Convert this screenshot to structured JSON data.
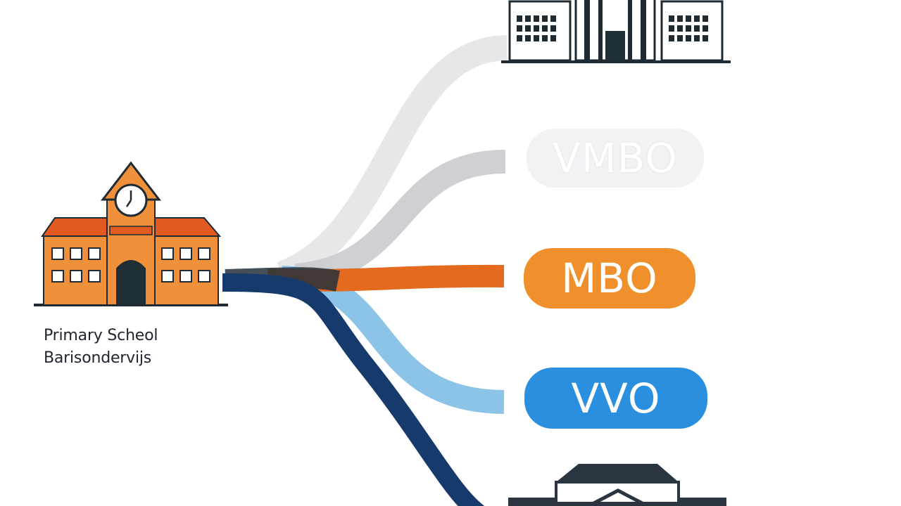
{
  "primary_school": {
    "label_line1": "Primary Scheol",
    "label_line2": "Barisondervijs"
  },
  "destinations": [
    {
      "label": "VMBO",
      "color": "#f1f2f4",
      "path_color": "#c9cbce"
    },
    {
      "label": "MBO",
      "color": "#f0902c",
      "path_color": "#e36a1e"
    },
    {
      "label": "VVO",
      "color": "#2a8fdf",
      "path_color": "#8cc4e8"
    }
  ],
  "colors": {
    "school_orange": "#f0903a",
    "navy": "#163a6b",
    "dark": "#23303a",
    "faint_path": "#e6e7e9"
  },
  "icons": {
    "primary_school": "school-building-icon",
    "top_building": "university-building-icon",
    "bottom_building": "house-building-icon"
  }
}
